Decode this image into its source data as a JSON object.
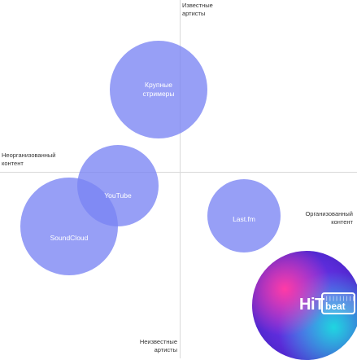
{
  "axes": {
    "top": [
      "Известные",
      "артисты"
    ],
    "bottom": [
      "Неизвестные",
      "артисты"
    ],
    "left": [
      "Неорганизованный",
      "контент"
    ],
    "right": [
      "Организованный",
      "контент"
    ]
  },
  "circles": {
    "big_streamers": [
      "Крупные",
      "стримеры"
    ],
    "youtube": "YouTube",
    "soundcloud": "SoundCloud",
    "lastfm": "Last.fm"
  },
  "logo": {
    "hit": "HiT",
    "beat": "beat",
    "bars": "|||||||||"
  },
  "colors": {
    "circle_fill": "#7a84f3",
    "axis_line": "#d9d9d9",
    "label_text": "#333333"
  }
}
